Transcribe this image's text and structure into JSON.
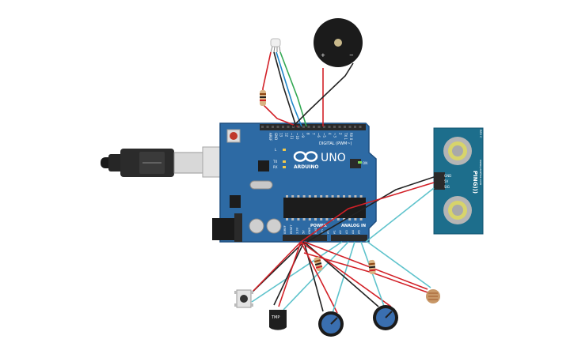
{
  "board": {
    "logo": "ARDUINO",
    "model": "UNO",
    "digital_label": "DIGITAL (PWM~)",
    "power_label": "POWER",
    "analog_label": "ANALOG IN",
    "tx_label": "TX",
    "rx_label": "RX",
    "on_label": "ON",
    "l_label": "L",
    "aref": "AREF",
    "gnd": "GND",
    "pins_digital": [
      "13",
      "12",
      "~11",
      "~10",
      "~9",
      "8",
      "7",
      "~6",
      "~5",
      "4",
      "~3",
      "2",
      "TX 1",
      "RX 0"
    ],
    "pins_power": [
      "IOREF",
      "RESET",
      "3.3V",
      "5V",
      "GND",
      "GND",
      "Vin"
    ],
    "pins_analog": [
      "A0",
      "A1",
      "A2",
      "A3",
      "A4",
      "A5"
    ]
  },
  "buzzer": {
    "plus": "+",
    "minus": "−"
  },
  "ultrasonic": {
    "name": "PING)))",
    "pins": [
      "GND",
      "5V",
      "SIG"
    ],
    "brand": "www.parallax.com",
    "rev": "REV C"
  },
  "tmp_sensor": {
    "label": "TMP"
  },
  "colors": {
    "board": "#2d6aa4",
    "board_edge": "#1f4f80",
    "header": "#2a2a2a",
    "wire_red": "#d22027",
    "wire_black": "#222222",
    "wire_cyan": "#5fc3cc",
    "wire_green": "#33a853",
    "wire_blue": "#1f86c9",
    "sensor_pcb": "#1d6e8c"
  }
}
